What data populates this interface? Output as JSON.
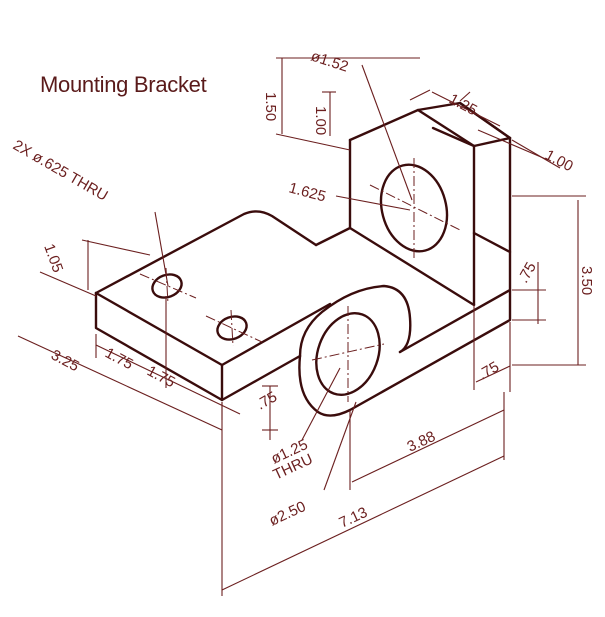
{
  "title": "Mounting Bracket",
  "colors": {
    "ink": "#3a0c0c",
    "dimension": "#6b1f1f",
    "background": "#ffffff"
  },
  "dimensions": {
    "upright_hole_dia": "ø1.52",
    "upright_height_1_50": "1.50",
    "upright_hole_height_1_00": "1.00",
    "upright_width_1_25": "1.25",
    "upright_thickness_1_00": "1.00",
    "upright_hole_offset_1_625": "1.625",
    "overall_height_3_50": "3.50",
    "base_thickness_75_right": ".75",
    "upright_offset_75": ".75",
    "small_holes_note": "2X ø.625 THRU",
    "hole_spacing_1_05": "1.05",
    "hole_x_1_75_a": "1.75",
    "hole_x_1_75_b": "1.75",
    "arm_width_3_25": "3.25",
    "arm_thickness_75": ".75",
    "boss_hole_dia_line1": "ø1.25",
    "boss_hole_dia_line2": "THRU",
    "boss_dia_2_50": "ø2.50",
    "dim_3_88": "3.88",
    "overall_length_7_13": "7.13"
  }
}
